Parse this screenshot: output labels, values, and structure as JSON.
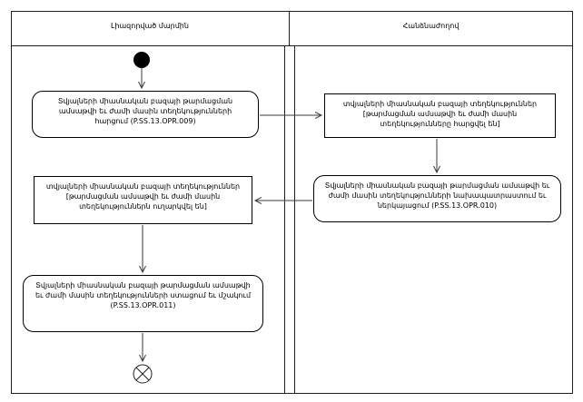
{
  "diagram": {
    "type": "activity-swimlane",
    "lanes": [
      {
        "id": "authorized-body",
        "title": "Լիազորված մարմին"
      },
      {
        "id": "commission",
        "title": "Հանձնաժողով"
      }
    ],
    "nodes": [
      {
        "id": "start",
        "type": "initial",
        "lane": "authorized-body",
        "label": ""
      },
      {
        "id": "opr009",
        "type": "action",
        "lane": "authorized-body",
        "label": "Տվյալների միասնական բազայի թարմացման ամսաթվի եւ ժամի մասին տեղեկությունների հարցում (P.SS.13.OPR.009)"
      },
      {
        "id": "info-requested",
        "type": "object",
        "lane": "commission",
        "label": "տվյալների միասնական բազայի տեղեկություններ [թարմացման ամսաթվի եւ ժամի մասին տեղեկությունները հարցվել են]"
      },
      {
        "id": "opr010",
        "type": "action",
        "lane": "commission",
        "label": "Տվյալների միասնական բազայի թարմացման ամսաթվի եւ ժամի մասին տեղեկությունների նախապատրաստում եւ ներկայացում (P.SS.13.OPR.010)"
      },
      {
        "id": "info-sent",
        "type": "object",
        "lane": "authorized-body",
        "label": "տվյալների միասնական բազայի տեղեկություններ [թարմացման ամսաթվի եւ ժամի մասին տեղեկություններն ուղարկվել են]"
      },
      {
        "id": "opr011",
        "type": "action",
        "lane": "authorized-body",
        "label": "Տվյալների միասնական բազայի թարմացման ամսաթվի եւ ժամի մասին տեղեկությունների ստացում եւ մշակում (P.SS.13.OPR.011)"
      },
      {
        "id": "end",
        "type": "flow-final",
        "lane": "authorized-body",
        "label": ""
      }
    ],
    "flows": [
      {
        "from": "start",
        "to": "opr009"
      },
      {
        "from": "opr009",
        "to": "info-requested"
      },
      {
        "from": "info-requested",
        "to": "opr010"
      },
      {
        "from": "opr010",
        "to": "info-sent"
      },
      {
        "from": "info-sent",
        "to": "opr011"
      },
      {
        "from": "opr011",
        "to": "end"
      }
    ],
    "colors": {
      "border": "#1f1f1f",
      "node_border": "#000000",
      "connector": "#3a3a3a",
      "background": "#ffffff",
      "text": "#000000",
      "initial_node_fill": "#000000"
    }
  }
}
